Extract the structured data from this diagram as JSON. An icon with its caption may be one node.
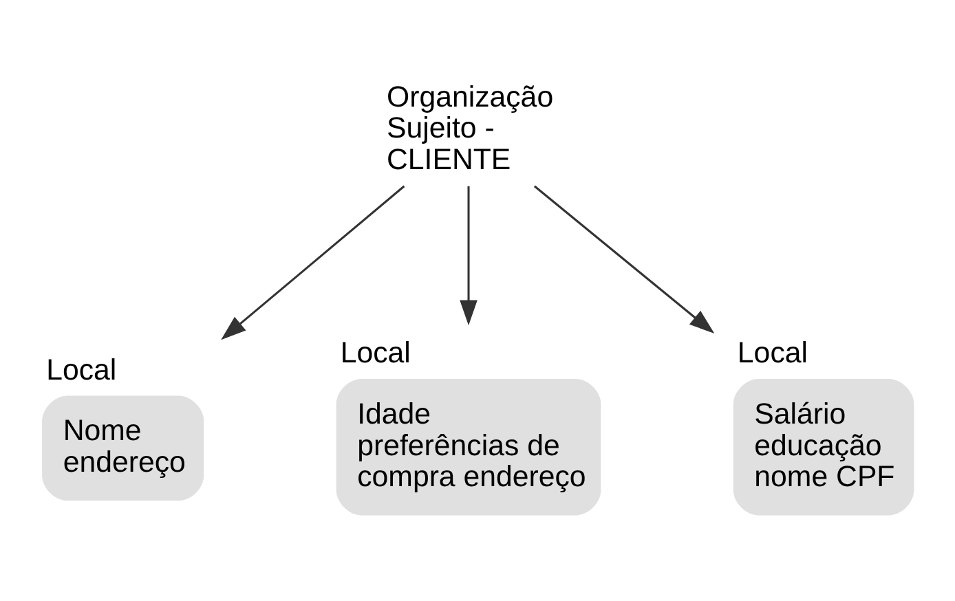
{
  "diagram": {
    "nodes": [
      {
        "text": [
          "Organização Sujeito - CLIENTE"
        ]
      },
      {
        "text": [
          "Local",
          "Nome endereço"
        ]
      },
      {
        "text": [
          "Local",
          "Idade preferências de compra endereço"
        ]
      },
      {
        "text": [
          "Local",
          "Salário educação nome CPF"
        ]
      }
    ],
    "edges": [
      {
        "from": 0,
        "to": 1,
        "arrow": "to"
      },
      {
        "from": 0,
        "to": 2,
        "arrow": "to"
      },
      {
        "from": 0,
        "to": 3,
        "arrow": "to"
      }
    ]
  }
}
